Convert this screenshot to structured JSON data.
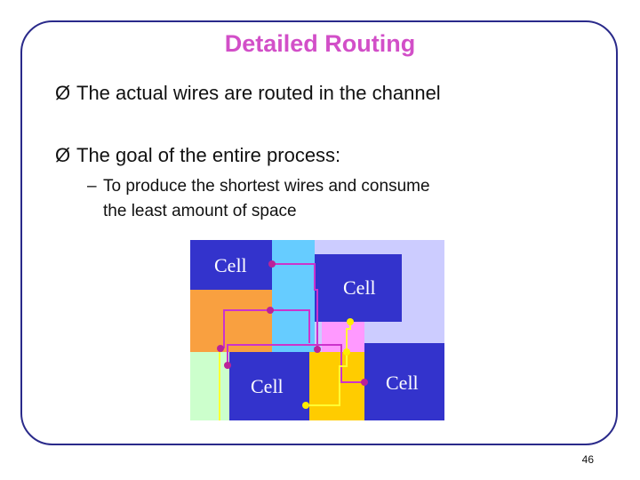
{
  "slide": {
    "title": "Detailed Routing",
    "bullets": [
      "The actual wires are routed in the channel",
      "The goal of the entire process:"
    ],
    "sub_bullet_line1": "To produce the shortest wires and consume",
    "sub_bullet_line2": "the least amount of space",
    "bullet_marker": "Ø",
    "sub_marker": "–",
    "page_number": "46"
  },
  "diagram": {
    "cell_labels": [
      "Cell",
      "Cell",
      "Cell",
      "Cell"
    ],
    "colors": {
      "cell": "#3333cc",
      "channel": "#ccccff",
      "orange": "#f9a040",
      "light_blue": "#66ccff",
      "pink": "#ff99ff",
      "yellow": "#ffcc00",
      "light_green": "#ccffcc",
      "wire_purple": "#cc33cc",
      "wire_yellow": "#ffff33",
      "pin_purple": "#bb2299",
      "pin_yellow": "#ffee00"
    }
  }
}
